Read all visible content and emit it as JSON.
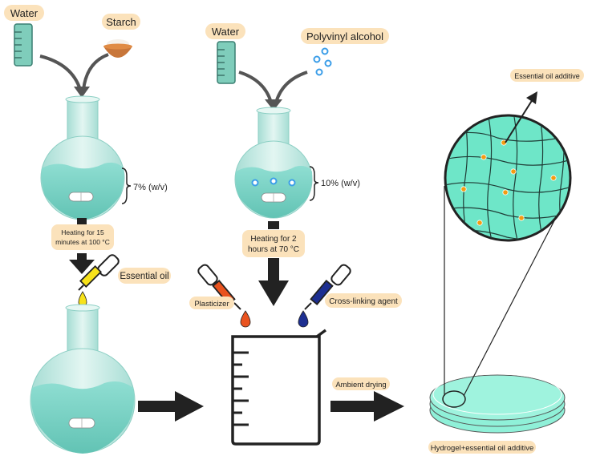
{
  "labels": {
    "water_left": "Water",
    "starch": "Starch",
    "water_middle": "Water",
    "pva": "Polyvinyl alcohol",
    "conc_starch": "7% (w/v)",
    "conc_pva": "10% (w/v)",
    "heat_starch_1": "Heating for 15",
    "heat_starch_2": "minutes at 100 °C",
    "heat_pva_1": "Heating for 2",
    "heat_pva_2": "hours at 70 °C",
    "essential_oil": "Essential oil",
    "plasticizer": "Plasticizer",
    "crosslinker": "Cross-linking agent",
    "ambient_drying": "Ambient drying",
    "oil_additive": "Essential oil additive",
    "product": "Hydrogel+essential oil additive"
  },
  "colors": {
    "flask_liquid": "#7fd6c9",
    "flask_glass": "#c9ece6",
    "cylinder": "#7fcdbb",
    "petri": "#8ff0d8",
    "oil_drop": "#f7e21a",
    "plasticizer_drop": "#e9531f",
    "crosslinker_drop": "#1d2f91",
    "particle": "#f39c12",
    "arrow": "#222222",
    "pill": "#fbe2bb"
  }
}
